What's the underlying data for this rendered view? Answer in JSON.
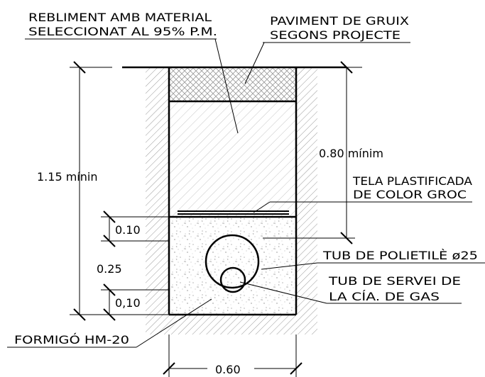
{
  "labels": {
    "backfill_line1": "REBLIMENT AMB MATERIAL",
    "backfill_line2": "SELECCIONAT AL 95% P.M.",
    "pavement_line1": "PAVIMENT DE GRUIX",
    "pavement_line2": "SEGONS PROJECTE",
    "depth_min": "0.80 mínim",
    "total_depth": "1.15 mínin",
    "tape_line1": "TELA PLASTIFICADA",
    "tape_line2": "DE COLOR GROC",
    "dim_top": "0.10",
    "dim_mid": "0.25",
    "dim_bottom": "0,10",
    "pipe": "TUB DE POLIETILÈ ø25",
    "gas_line1": "TUB DE SERVEI DE",
    "gas_line2": "LA CÍA. DE GAS",
    "concrete": "FORMIGÓ HM-20",
    "width": "0.60"
  },
  "colors": {
    "line": "#000000",
    "hatch": "#a0a0a0",
    "background": "#ffffff"
  }
}
